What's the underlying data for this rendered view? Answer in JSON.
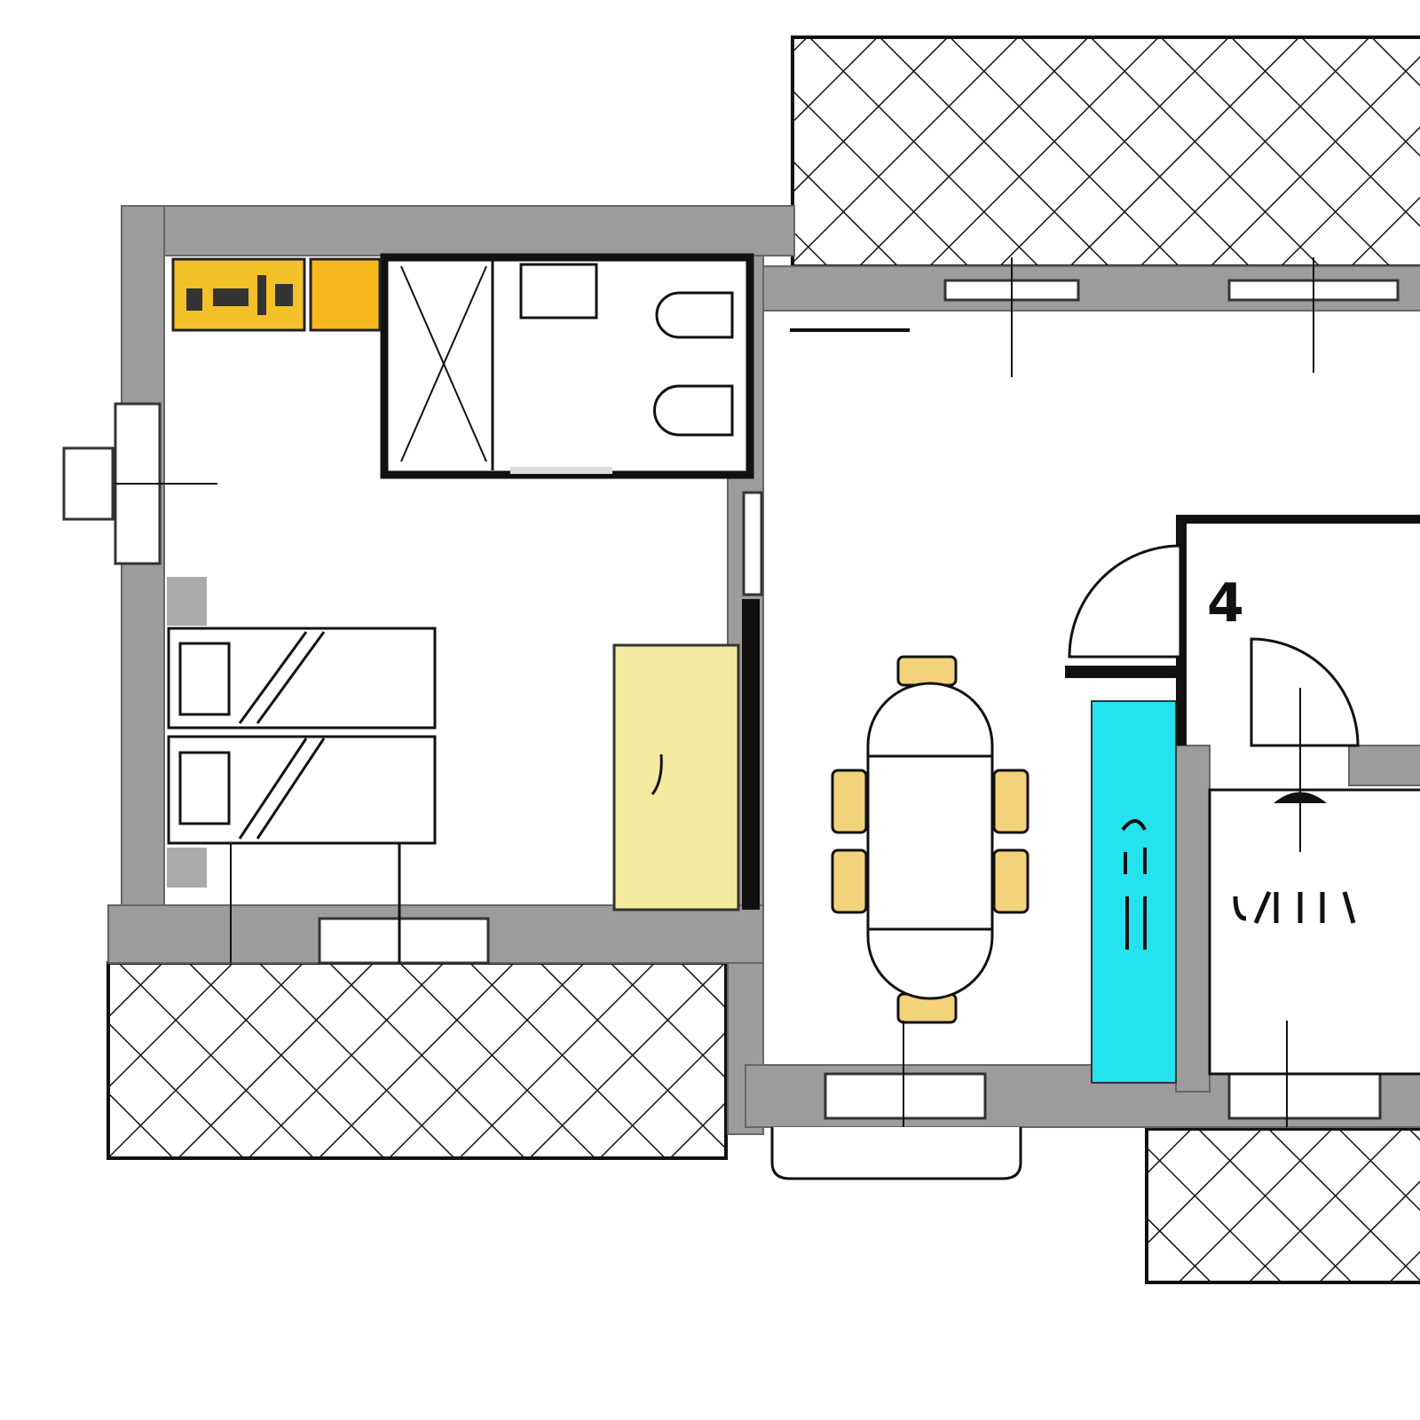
{
  "plan": {
    "room_labels": [
      {
        "id": "room-4",
        "text": "4"
      }
    ],
    "colors": {
      "wall": "#9c9c9c",
      "kitchen_counter": "#f2c029",
      "kitchen_cabinet": "#f7b81e",
      "wardrobe": "#f4ea9f",
      "cyan_unit": "#24e3ee",
      "chair": "#f2d27a",
      "line": "#111111"
    },
    "icons": [
      "hatched-terrace",
      "door-swing",
      "bed",
      "dining-table",
      "toilet",
      "shower",
      "window"
    ]
  }
}
